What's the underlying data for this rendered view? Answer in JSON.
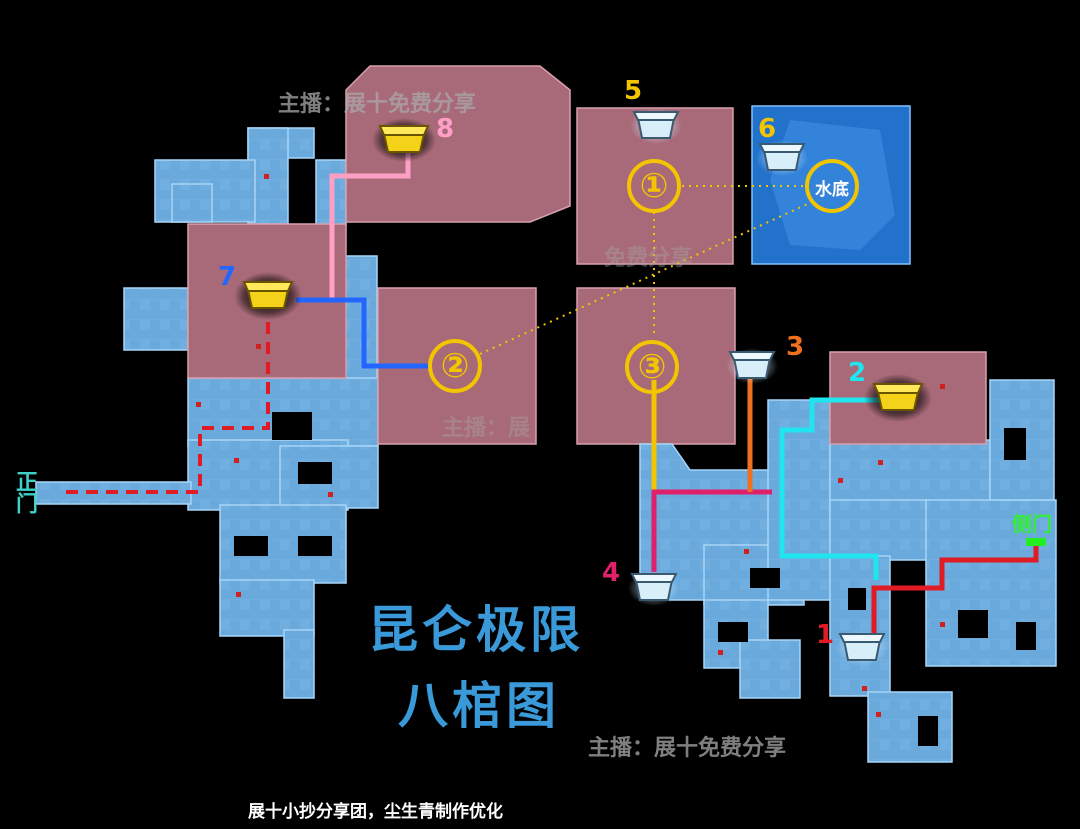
{
  "map_title_line1": "昆仑极限",
  "map_title_line2": "八棺图",
  "watermark": "主播：展十免费分享",
  "watermark_partial_top": "免费分享",
  "watermark_partial_mid": "主播：展",
  "credit": "展十小抄分享团，尘生青制作优化",
  "front_gate": "正门",
  "side_gate": "侧门",
  "waypoints": {
    "w1": "①",
    "w2": "②",
    "w3": "③",
    "water": "水底"
  },
  "coffins": {
    "c1": "1",
    "c2": "2",
    "c3": "3",
    "c4": "4",
    "c5": "5",
    "c6": "6",
    "c7": "7",
    "c8": "8"
  },
  "colors": {
    "room_blue": "#6eaee0",
    "room_pink": "#b06a7a",
    "room_water": "#1f6fc8",
    "route_red": "#e01b24",
    "route_cyan": "#1fe6ee",
    "route_orange": "#f07020",
    "route_yellow": "#f2c500",
    "route_magenta": "#e0206a",
    "route_blue": "#2266ff",
    "route_pink": "#ff9fc6",
    "gate_text": "#3fd0c8",
    "side_gate_text": "#33ee33"
  },
  "icons": [
    "silver-coffin-icon",
    "gold-coffin-icon"
  ]
}
